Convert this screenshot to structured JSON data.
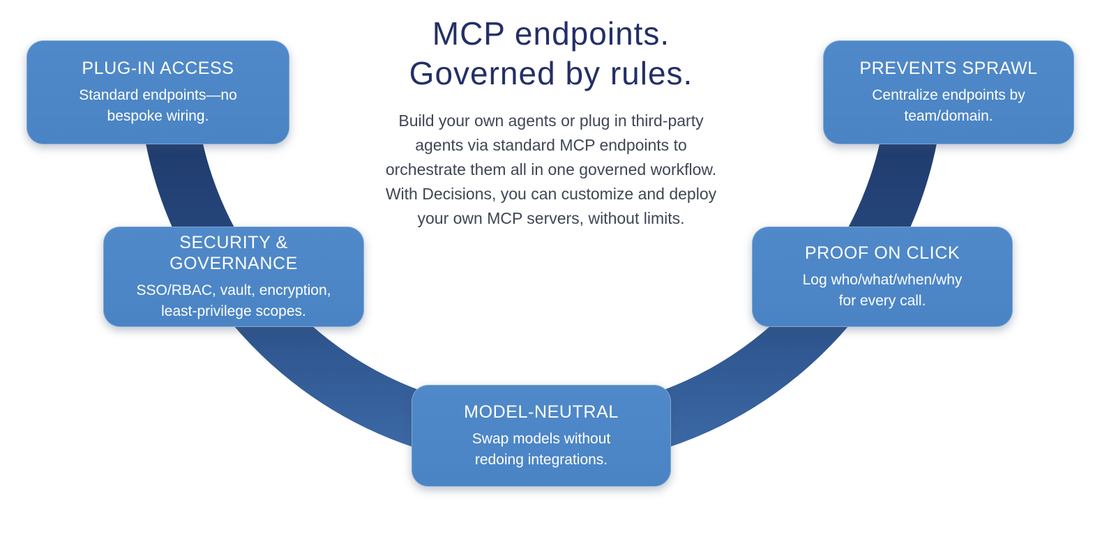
{
  "header": {
    "title_lines": [
      "MCP endpoints.",
      "Governed by rules."
    ]
  },
  "intro": {
    "lines": [
      "Build your own agents or plug in third-party",
      "agents via standard MCP endpoints to",
      "orchestrate them all in one governed workflow.",
      "With Decisions, you can customize and deploy",
      "your own MCP servers, without limits."
    ]
  },
  "cards": [
    {
      "id": "plug-in-access",
      "title": "PLUG-IN ACCESS",
      "body_lines": [
        "Standard endpoints—no",
        "bespoke wiring."
      ]
    },
    {
      "id": "security-governance",
      "title": "SECURITY & GOVERNANCE",
      "body_lines": [
        "SSO/RBAC, vault, encryption,",
        "least-privilege scopes."
      ]
    },
    {
      "id": "model-neutral",
      "title": "MODEL-NEUTRAL",
      "body_lines": [
        "Swap models without",
        "redoing integrations."
      ]
    },
    {
      "id": "proof-on-click",
      "title": "PROOF ON CLICK",
      "body_lines": [
        "Log who/what/when/why",
        "for every call."
      ]
    },
    {
      "id": "prevents-sprawl",
      "title": "PREVENTS SPRAWL",
      "body_lines": [
        "Centralize endpoints by",
        "team/domain."
      ]
    }
  ],
  "colors": {
    "background": "#ffffff",
    "card_blue": "#4a84c4",
    "card_blue_light": "#5089c9",
    "card_text": "#ffffff",
    "arc_top": "#1e3768",
    "arc_mid": "#27497f",
    "arc_bottom": "#3e6dab",
    "title_navy": "#232f66",
    "body_text": "#3f4654"
  }
}
